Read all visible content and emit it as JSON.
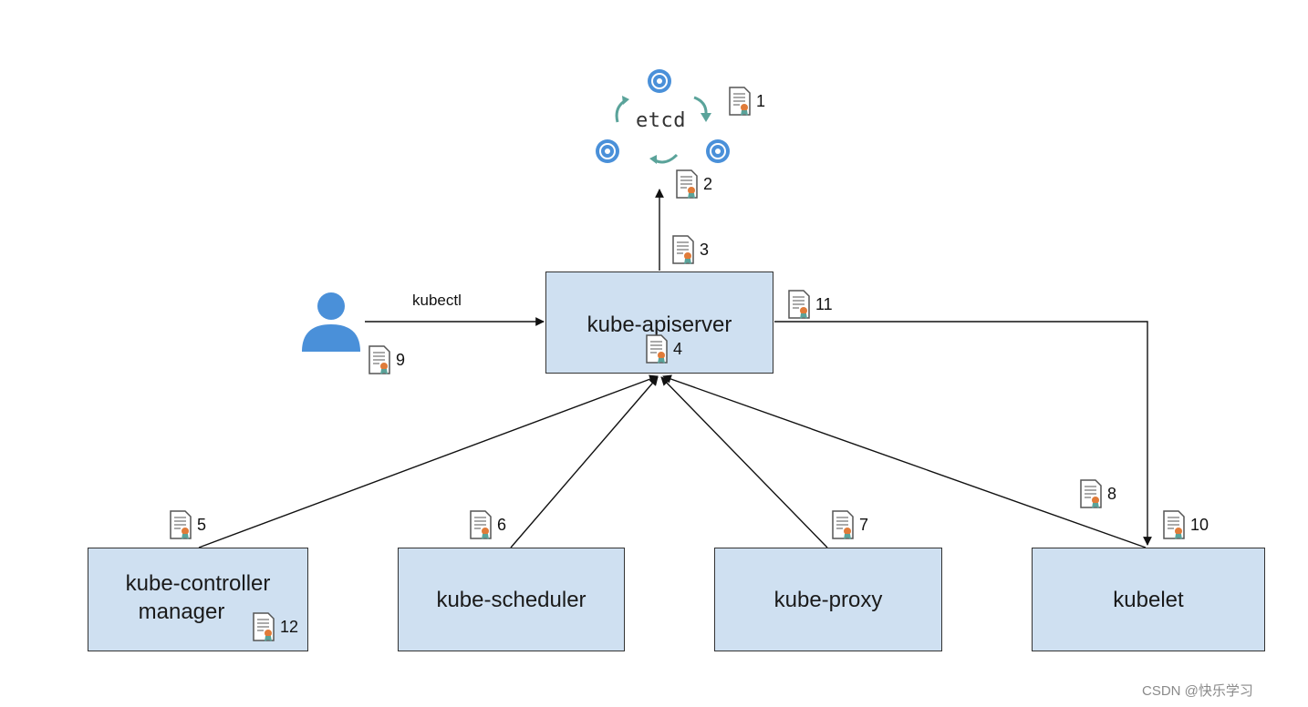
{
  "diagram": {
    "etcd": {
      "label": "etcd"
    },
    "nodes": {
      "apiserver": "kube-apiserver",
      "controller_line1": "kube-controller",
      "controller_line2": "manager",
      "scheduler": "kube-scheduler",
      "proxy": "kube-proxy",
      "kubelet": "kubelet"
    },
    "edge_labels": {
      "kubectl": "kubectl"
    },
    "certificates": [
      "1",
      "2",
      "3",
      "4",
      "5",
      "6",
      "7",
      "8",
      "9",
      "10",
      "11",
      "12"
    ],
    "icons": {
      "certificate": "certificate-icon",
      "etcd_node": "etcd-node-icon",
      "user": "user-icon",
      "sync_arrow": "sync-arrow-icon"
    },
    "colors": {
      "node_fill": "#cfe0f1",
      "node_border": "#333333",
      "etcd_blue": "#4a90d9",
      "sync_teal": "#5aa39a",
      "user_blue": "#4a90d9",
      "ribbon": "#e07b39"
    }
  },
  "watermark": "CSDN @快乐学习"
}
